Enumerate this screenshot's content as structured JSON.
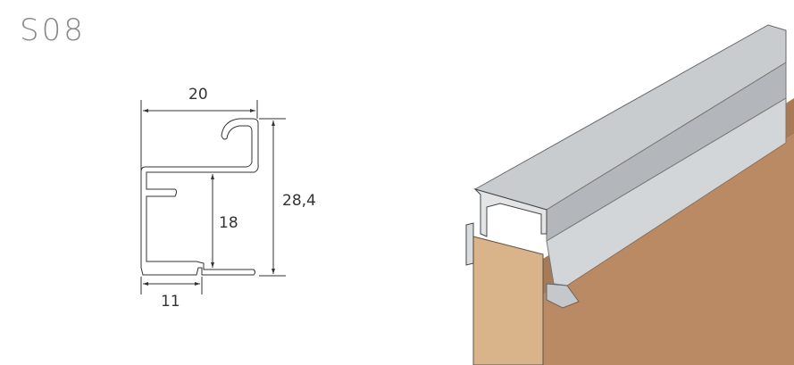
{
  "profile_code": "S08",
  "dimensions": {
    "width": "20",
    "height_total": "28,4",
    "inner_height": "18",
    "bottom_width": "11"
  },
  "colors": {
    "aluminium": "#c9cccf",
    "wood_front": "#d9b48b",
    "wood_side": "#b98a63",
    "line": "#333333"
  }
}
